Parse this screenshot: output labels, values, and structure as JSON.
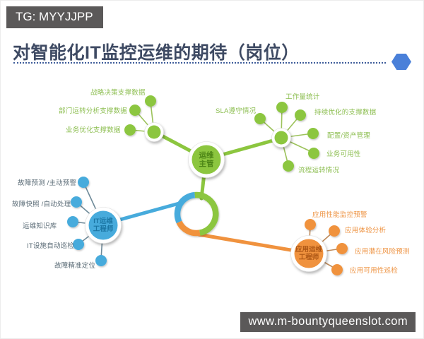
{
  "header": {
    "tg_badge": "TG: MYYJJPP",
    "title": "对智能化IT监控运维的期待（岗位）"
  },
  "footer": {
    "watermark": "www.m-bountyqueenslot.com"
  },
  "colors": {
    "green": "#8CC63F",
    "blue": "#47ABDC",
    "orange": "#F0923E",
    "spoke_green": "#9CC25B",
    "spoke_blue": "#6E8A99",
    "spoke_orange": "#BE8B5C",
    "label_green": "#8CBE50",
    "label_blue": "#5A6B76",
    "label_orange": "#EE9240",
    "hub_text_green": "#4C8516",
    "hub_text_blue": "#1B76A4",
    "hub_text_orange": "#AC5615",
    "title_color": "#3E4A63",
    "rule_color": "#3E5C9A",
    "hex_color": "#4A80D9",
    "badge_bg": "#5B5959"
  },
  "diagram": {
    "hubs": {
      "supervisor": {
        "line1": "运维",
        "line2": "主管"
      },
      "it_engineer": {
        "line1": "IT运维",
        "line2": "工程师"
      },
      "app_engineer": {
        "line1": "应用运维",
        "line2": "工程师"
      }
    },
    "supervisor_left_items": [
      "战略决策支撑数据",
      "部门运转分析支撑数据",
      "业务优化支撑数据"
    ],
    "supervisor_right_items": [
      "SLA遵守情况",
      "工作量统计",
      "持续优化的支撑数据",
      "配置/资产管理",
      "业务可用性",
      "流程运转情况"
    ],
    "it_engineer_items": [
      "故障预测 /主动预警",
      "故障快照 /自动处理",
      "运维知识库",
      "IT设施自动巡检",
      "故障精准定位"
    ],
    "app_engineer_items": [
      "应用性能监控预警",
      "应用体验分析",
      "应用潜在风险预测",
      "应用可用性巡检"
    ]
  }
}
